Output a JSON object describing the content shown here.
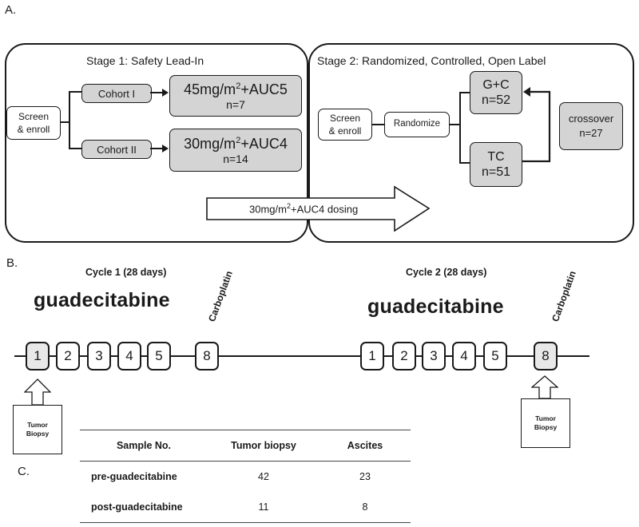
{
  "panels": {
    "a": "A.",
    "b": "B.",
    "c": "C."
  },
  "stage1": {
    "title": "Stage 1: Safety Lead-In",
    "screen": [
      "Screen",
      "& enroll"
    ],
    "cohort1": "Cohort I",
    "cohort2": "Cohort II",
    "arm1": {
      "dose_prefix": "45mg/m",
      "dose_suffix": "+AUC5",
      "n": "n=7"
    },
    "arm2": {
      "dose_prefix": "30mg/m",
      "dose_suffix": "+AUC4",
      "n": "n=14"
    }
  },
  "stage2": {
    "title": "Stage 2: Randomized, Controlled, Open Label",
    "screen": [
      "Screen",
      "& enroll"
    ],
    "randomize": "Randomize",
    "arm_gc": {
      "name": "G+C",
      "n": "n=52"
    },
    "arm_tc": {
      "name": "TC",
      "n": "n=51"
    },
    "crossover": {
      "name": "crossover",
      "n": "n=27"
    }
  },
  "dosing_arrow": {
    "prefix": "30mg/m",
    "suffix": "+AUC4 dosing"
  },
  "sup2": "2",
  "schedule": {
    "cycle1": {
      "label": "Cycle 1 (28 days)",
      "drug": "guadecitabine",
      "carbo": "Carboplatin",
      "days": [
        "1",
        "2",
        "3",
        "4",
        "5",
        "8"
      ]
    },
    "cycle2": {
      "label": "Cycle 2 (28 days)",
      "drug": "guadecitabine",
      "carbo": "Carboplatin",
      "days": [
        "1",
        "2",
        "3",
        "4",
        "5",
        "8"
      ]
    },
    "biopsy": [
      "Tumor",
      "Biopsy"
    ]
  },
  "table": {
    "headers": [
      "Sample No.",
      "Tumor biopsy",
      "Ascites"
    ],
    "rows": [
      [
        "pre-guadecitabine",
        "42",
        "23"
      ],
      [
        "post-guadecitabine",
        "11",
        "8"
      ]
    ]
  },
  "colors": {
    "grey_box": "#d4d4d4",
    "line": "#1a1a1a"
  }
}
